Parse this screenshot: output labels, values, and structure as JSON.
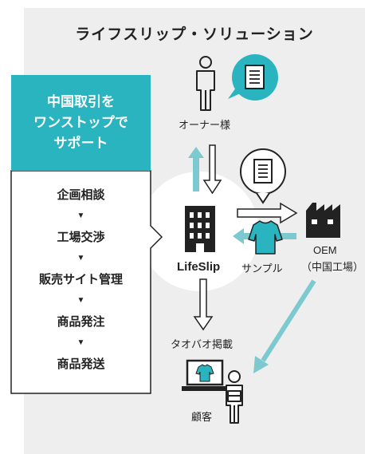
{
  "title": "ライフスリップ・ソリューション",
  "card": {
    "heading_lines": [
      "中国取引を",
      "ワンストップで",
      "サポート"
    ],
    "steps": [
      "企画相談",
      "工場交渉",
      "販売サイト管理",
      "商品発注",
      "商品発送"
    ],
    "step_arrow": "▼"
  },
  "nodes": {
    "owner": "オーナー様",
    "lifeslip": "LifeSlip",
    "sample": "サンプル",
    "oem_line1": "OEM",
    "oem_line2": "（中国工場）",
    "listing": "タオバオ掲載",
    "customer": "顧客"
  },
  "colors": {
    "accent": "#2ab4bf",
    "background": "#eeeeee"
  }
}
